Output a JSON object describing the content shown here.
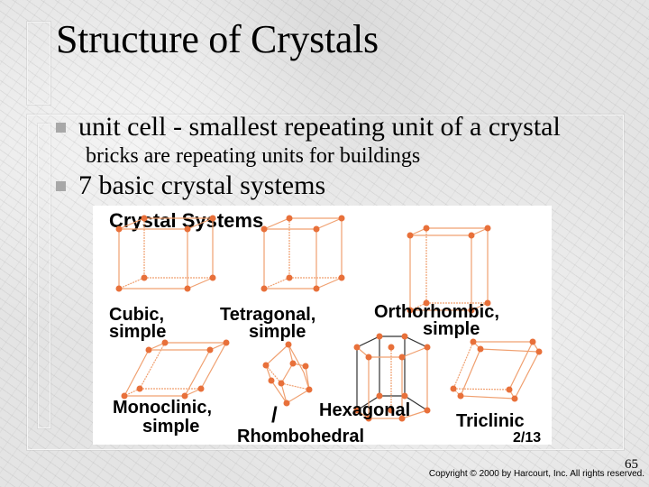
{
  "slide": {
    "title": "Structure of Crystals",
    "bullets": [
      {
        "text": "unit cell - smallest repeating unit of a crystal"
      },
      {
        "text": "7 basic crystal systems"
      }
    ],
    "sub_bullet": "bricks are repeating units for buildings"
  },
  "figure": {
    "heading": "Crystal Systems",
    "labels": {
      "cubic_1": "Cubic,",
      "cubic_2": "simple",
      "tetragonal_1": "Tetragonal,",
      "tetragonal_2": "simple",
      "orthorhombic_1": "Orthorhombic,",
      "orthorhombic_2": "simple",
      "monoclinic_1": "Monoclinic,",
      "monoclinic_2": "simple",
      "rhombohedral_slash": "/",
      "rhombohedral": "Rhombohedral",
      "hexagonal": "Hexagonal",
      "triclinic": "Triclinic",
      "figure_number": "2/13"
    },
    "colors": {
      "lattice_line": "#f0a070",
      "atom": "#e8703a",
      "hex_back_line": "#333333"
    }
  },
  "footer": {
    "page_number": "65",
    "copyright": "Copyright © 2000 by Harcourt, Inc. All rights reserved."
  }
}
